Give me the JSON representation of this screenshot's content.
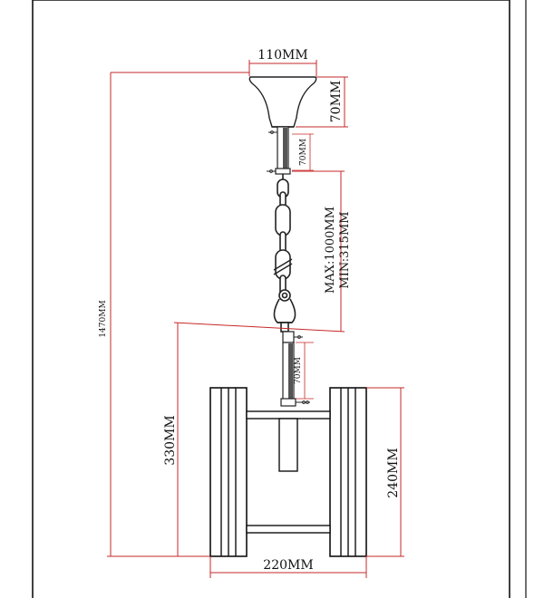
{
  "dimensions": {
    "canopy_width": "110MM",
    "canopy_height": "70MM",
    "rod_top": "70MM",
    "chain_max": "MAX:1000MM",
    "chain_min": "MIN:315MM",
    "overall_height": "1470MM",
    "rod_bottom": "70MM",
    "body_height": "330MM",
    "panel_height": "240MM",
    "body_width": "220MM"
  },
  "colors": {
    "dimension_line": "#c62828",
    "outline": "#222222",
    "frame": "#111111"
  }
}
